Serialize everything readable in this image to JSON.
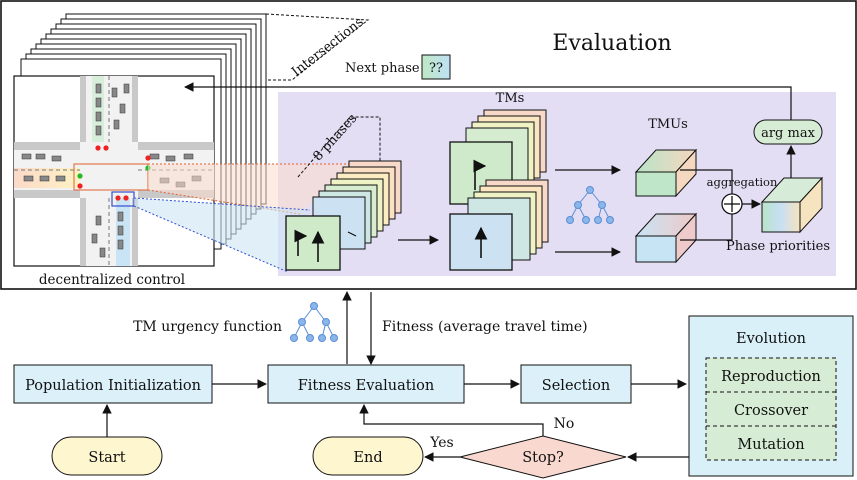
{
  "evaluation": {
    "title": "Evaluation",
    "intersections_label": "Intersections",
    "next_phase_label": "Next phase",
    "next_phase_value": "??",
    "phases_label": "8 phases",
    "tms_label": "TMs",
    "tmus_label": "TMUs",
    "argmax_label": "arg max",
    "aggregation_label": "aggregation",
    "phase_priorities_label": "Phase priorities",
    "decentralized_label": "decentralized control"
  },
  "flow": {
    "tm_urgency_label": "TM urgency function",
    "fitness_label": "Fitness (average travel time)",
    "population_init": "Population Initialization",
    "fitness_eval": "Fitness Evaluation",
    "selection": "Selection",
    "evolution_title": "Evolution",
    "reproduction": "Reproduction",
    "crossover": "Crossover",
    "mutation": "Mutation",
    "start": "Start",
    "end": "End",
    "stop": "Stop?",
    "yes": "Yes",
    "no": "No"
  },
  "colors": {
    "box_fill": "#dcf0fa",
    "terminal_fill": "#fdf6cf",
    "decision_fill": "#f8d8cf",
    "purple_panel": "#e4def4",
    "evolution_panel": "#d9f0f8",
    "evolution_inner": "#d6ecd4"
  }
}
